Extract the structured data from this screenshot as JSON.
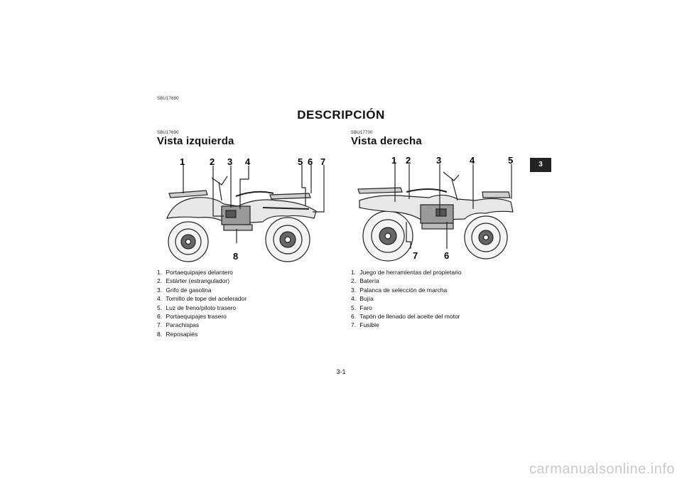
{
  "header": {
    "code": "SBU17680",
    "title": "DESCRIPCIÓN"
  },
  "left": {
    "code": "SBU17690",
    "title": "Vista izquierda",
    "callouts": [
      "1",
      "2",
      "3",
      "4",
      "5",
      "6",
      "7",
      "8"
    ],
    "items": [
      {
        "num": "1.",
        "text": "Portaequipajes delantero"
      },
      {
        "num": "2.",
        "text": "Estárter (estrangulador)"
      },
      {
        "num": "3.",
        "text": "Grifo de gasolina"
      },
      {
        "num": "4.",
        "text": "Tornillo de tope del acelerador"
      },
      {
        "num": "5.",
        "text": "Luz de freno/piloto trasero"
      },
      {
        "num": "6.",
        "text": "Portaequipajes trasero"
      },
      {
        "num": "7.",
        "text": "Parachispas"
      },
      {
        "num": "8.",
        "text": "Reposapiés"
      }
    ]
  },
  "right": {
    "code": "SBU17700",
    "title": "Vista derecha",
    "callouts": [
      "1",
      "2",
      "3",
      "4",
      "5",
      "7",
      "6"
    ],
    "items": [
      {
        "num": "1.",
        "text": "Juego de herramientas del propietario"
      },
      {
        "num": "2.",
        "text": "Batería"
      },
      {
        "num": "3.",
        "text": "Palanca de selección de marcha"
      },
      {
        "num": "4.",
        "text": "Bujía"
      },
      {
        "num": "5.",
        "text": "Faro"
      },
      {
        "num": "6.",
        "text": "Tapón de llenado del aceite del motor"
      },
      {
        "num": "7.",
        "text": "Fusible"
      }
    ]
  },
  "tab": "3",
  "page_number": "3-1",
  "watermark": "carmanualsonline.info"
}
